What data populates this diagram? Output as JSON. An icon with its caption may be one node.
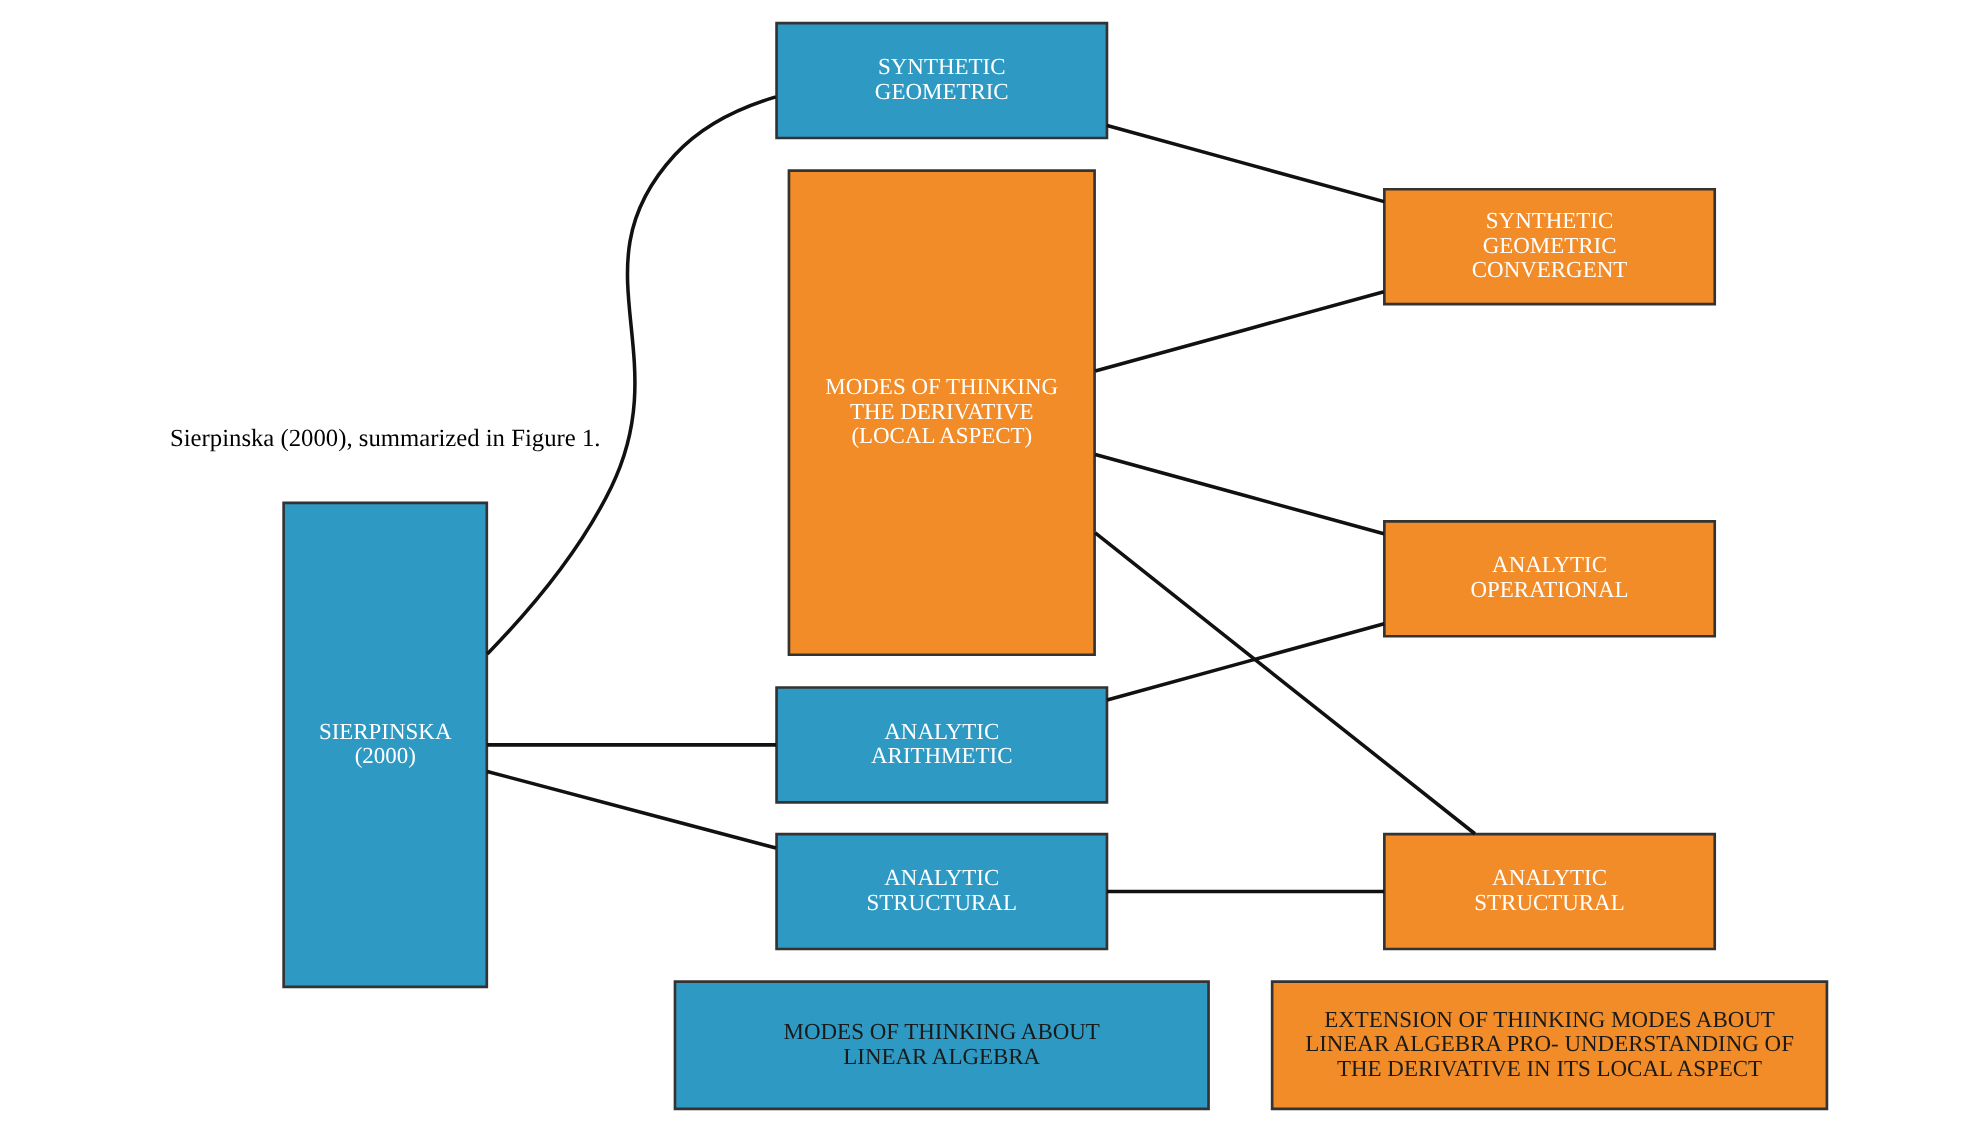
{
  "diagram": {
    "nodes": [
      {
        "text": [
          "MODES OF THINKING ABOUT LINEAR ALGEBRA"
        ]
      },
      {
        "text": [
          "EXTENSION OF THINKING MODES ABOUT LINEAR ALGEBRA PRO- UNDERSTANDING OF THE DERIVATIVE IN ITS LOCAL ASPECT"
        ]
      },
      {
        "text": [
          "SIERPINSKA (2000)"
        ]
      },
      {
        "text": [
          "SYNTHETIC GEOMETRIC"
        ]
      },
      {
        "text": [
          "SYNTHETIC GEOMETRIC CONVERGENT"
        ]
      },
      {
        "text": [
          "ANALYTIC ARITHMETIC"
        ]
      },
      {
        "text": [
          "ANALYTIC OPERATIONAL"
        ]
      },
      {
        "text": [
          "ANALYTIC STRUCTURAL"
        ]
      },
      {
        "text": [
          "ANALYTIC STRUCTURAL"
        ]
      },
      {
        "text": [
          "MODES OF THINKING THE DERIVATIVE (LOCAL ASPECT)"
        ]
      }
    ],
    "edges": [
      {
        "from": 2,
        "to": 3,
        "arrow": "none"
      },
      {
        "from": 2,
        "to": 5,
        "arrow": "none"
      },
      {
        "from": 2,
        "to": 7,
        "arrow": "none"
      },
      {
        "from": 3,
        "to": 4,
        "arrow": "none"
      },
      {
        "from": 5,
        "to": 6,
        "arrow": "none"
      },
      {
        "from": 7,
        "to": 8,
        "arrow": "none"
      },
      {
        "from": 9,
        "to": 4,
        "arrow": "none"
      },
      {
        "from": 9,
        "to": 6,
        "arrow": "none"
      },
      {
        "from": 9,
        "to": 8,
        "arrow": "none"
      }
    ],
    "labels": [
      "Sierpinska (2000), summarized in Figure 1."
    ]
  }
}
